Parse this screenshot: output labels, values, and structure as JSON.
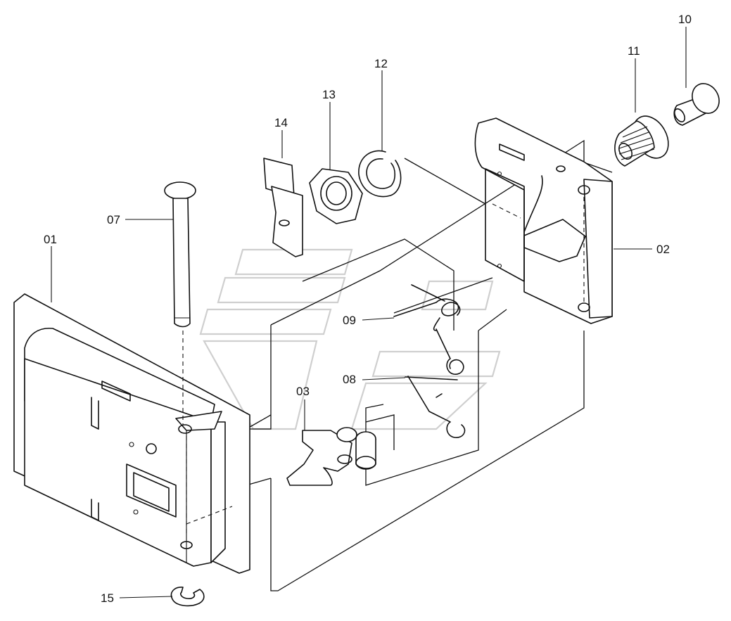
{
  "callouts": [
    {
      "id": "01",
      "label": "01"
    },
    {
      "id": "02",
      "label": "02"
    },
    {
      "id": "03",
      "label": "03"
    },
    {
      "id": "07",
      "label": "07"
    },
    {
      "id": "08",
      "label": "08"
    },
    {
      "id": "09",
      "label": "09"
    },
    {
      "id": "10",
      "label": "10"
    },
    {
      "id": "11",
      "label": "11"
    },
    {
      "id": "12",
      "label": "12"
    },
    {
      "id": "13",
      "label": "13"
    },
    {
      "id": "14",
      "label": "14"
    },
    {
      "id": "15",
      "label": "15"
    }
  ]
}
